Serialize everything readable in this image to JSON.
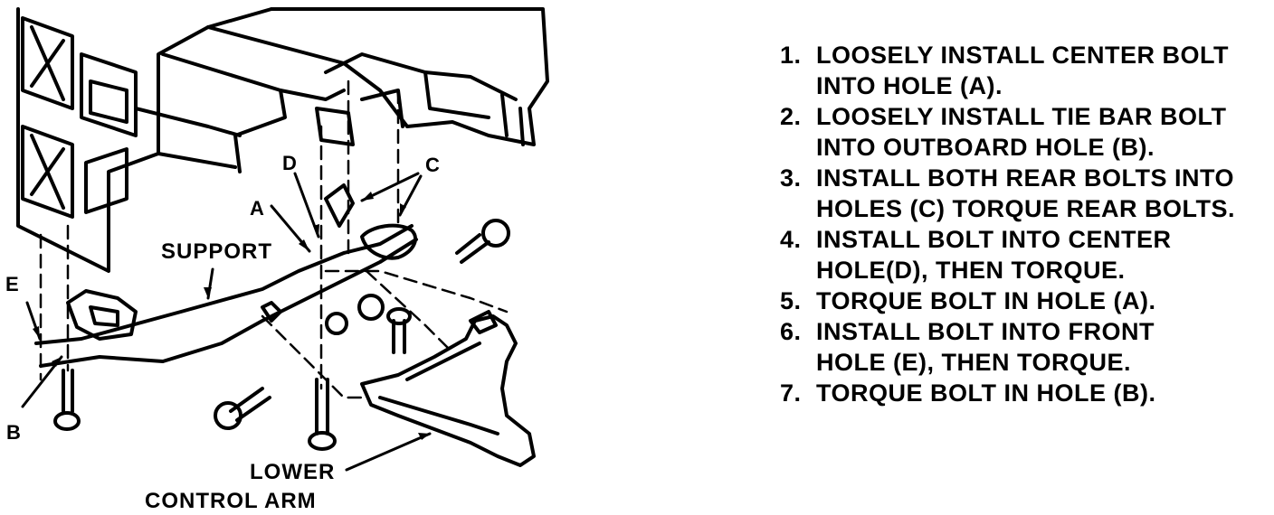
{
  "labels": {
    "a": "A",
    "b": "B",
    "c": "C",
    "d": "D",
    "e": "E",
    "support": "SUPPORT",
    "lower": "LOWER",
    "control_arm": "CONTROL ARM"
  },
  "steps": [
    {
      "num": "1.",
      "line1": "LOOSELY INSTALL CENTER BOLT",
      "line2": "INTO HOLE (A)."
    },
    {
      "num": "2.",
      "line1": "LOOSELY INSTALL TIE BAR BOLT",
      "line2": "INTO OUTBOARD HOLE (B)."
    },
    {
      "num": "3.",
      "line1": "INSTALL BOTH REAR BOLTS INTO",
      "line2": "HOLES (C) TORQUE REAR BOLTS."
    },
    {
      "num": "4.",
      "line1": "INSTALL BOLT INTO CENTER",
      "line2": "HOLE(D), THEN TORQUE."
    },
    {
      "num": "5.",
      "line1": "TORQUE BOLT IN HOLE (A).",
      "line2": ""
    },
    {
      "num": "6.",
      "line1": "INSTALL BOLT INTO FRONT",
      "line2": "HOLE (E), THEN TORQUE."
    },
    {
      "num": "7.",
      "line1": "TORQUE BOLT IN HOLE (B).",
      "line2": ""
    }
  ]
}
